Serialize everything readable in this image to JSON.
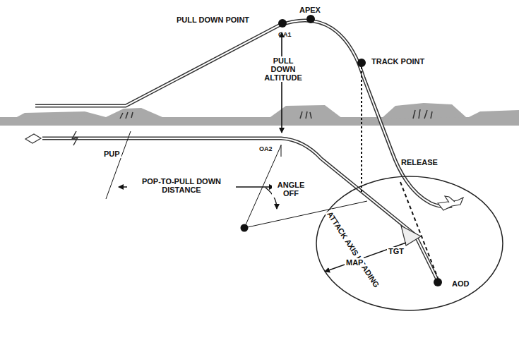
{
  "diagram": {
    "labels": [
      "PULL DOWN POINT",
      "APEX",
      "OA1",
      "TRACK POINT",
      "PULL DOWN ALTITUDE",
      "PUP",
      "OA2",
      "POP-TO-PULL DOWN DISTANCE",
      "ANGLE OFF",
      "RELEASE",
      "ATTACK AXIS HEADING",
      "TGT",
      "MAP",
      "AOD"
    ]
  }
}
